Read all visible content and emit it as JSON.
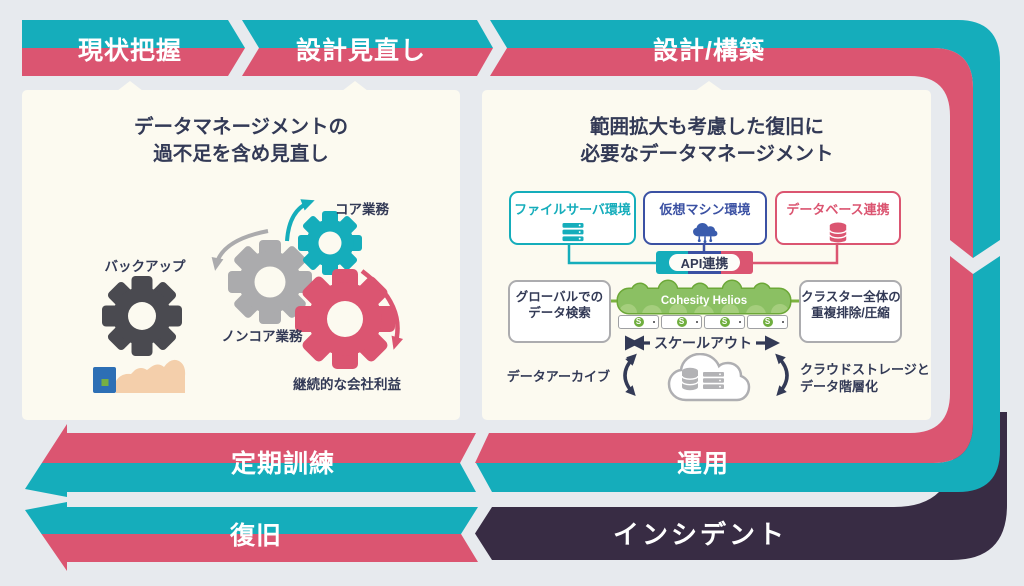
{
  "colors": {
    "teal": "#15ADBB",
    "crimson": "#DB5571",
    "dark_purple": "#382C44",
    "panel_cream": "#FCFAF0",
    "background": "#E7EAEE",
    "navy_text": "#333A56",
    "blue": "#3B51A3",
    "green_dark": "#6CA837",
    "green_light": "#8BC063",
    "node_green": "#6FAE3E",
    "gray": "#ABABAE",
    "skin": "#F4CFAB",
    "hand_box_blue": "#2D6FB5"
  },
  "flow": {
    "steps_top": [
      {
        "label": "現状把握"
      },
      {
        "label": "設計見直し"
      },
      {
        "label": "設計/構築"
      }
    ],
    "step_training": "定期訓練",
    "step_operation": "運用",
    "step_recovery": "復旧",
    "step_incident": "インシデント"
  },
  "left_panel": {
    "title_line1": "データマネージメントの",
    "title_line2": "過不足を含め見直し",
    "label_backup": "バックアップ",
    "label_core": "コア業務",
    "label_noncore": "ノンコア業務",
    "label_profit": "継続的な会社利益"
  },
  "right_panel": {
    "title_line1": "範囲拡大も考慮した復旧に",
    "title_line2": "必要なデータマネージメント",
    "env_boxes": [
      {
        "label": "ファイルサーバ環境",
        "color": "#15ADBB",
        "icon": "server-icon"
      },
      {
        "label": "仮想マシン環境",
        "color": "#3B51A3",
        "icon": "cloud-icon"
      },
      {
        "label": "データベース連携",
        "color": "#DB5571",
        "icon": "database-icon"
      }
    ],
    "api_badge": "API連携",
    "search_line1": "グローバルでの",
    "search_line2": "データ検索",
    "helios_label": "Cohesity Helios",
    "node_count": 4,
    "node_glyph": "S",
    "scale_out_label": "スケールアウト",
    "dedupe_line1": "クラスター全体の",
    "dedupe_line2": "重複排除/圧縮",
    "archive_label": "データアーカイブ",
    "tiering_line1": "クラウドストレージと",
    "tiering_line2": "データ階層化"
  }
}
